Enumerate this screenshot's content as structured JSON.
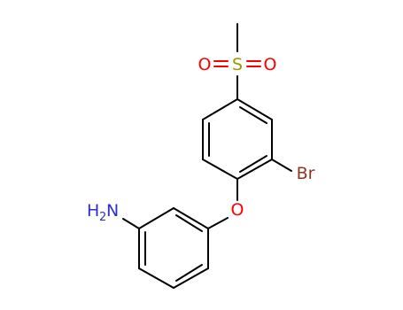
{
  "molecule": {
    "atoms": {
      "sulfur": "S",
      "oxygen_left": "O",
      "oxygen_right": "O",
      "bromine": "Br",
      "ether_oxygen": "O",
      "amine_h": "H",
      "amine_h_count": "2",
      "amine_n": "N"
    }
  },
  "colors": {
    "bond": "#000000",
    "sulfur": "#999900",
    "oxygen": "#ff0000",
    "bromine": "#8b3a1f",
    "nitrogen": "#2e2ec8"
  }
}
